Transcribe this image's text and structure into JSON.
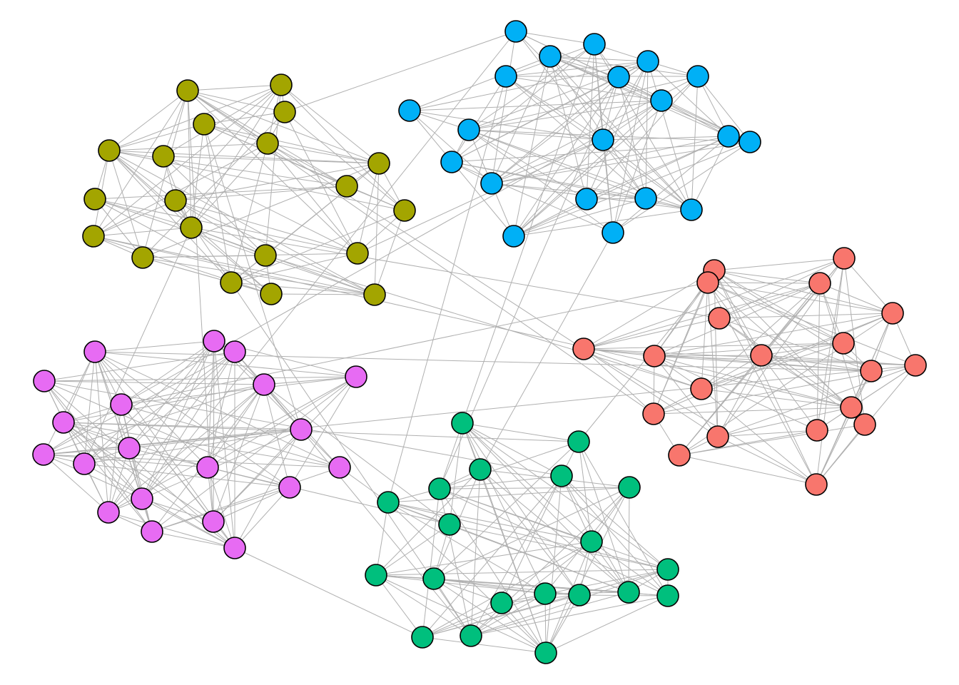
{
  "graph": {
    "edge_color": "#b0b0b0",
    "node_stroke": "#000000",
    "groups": [
      {
        "name": "blue",
        "color": "#00B0F6",
        "node_count": 20
      },
      {
        "name": "olive",
        "color": "#A3A500",
        "node_count": 20
      },
      {
        "name": "magenta",
        "color": "#E76BF3",
        "node_count": 20
      },
      {
        "name": "green",
        "color": "#00BF7D",
        "node_count": 20
      },
      {
        "name": "red",
        "color": "#F8766D",
        "node_count": 20
      }
    ],
    "within_group_edge_probability": 0.55,
    "between_group_edges": 28
  }
}
